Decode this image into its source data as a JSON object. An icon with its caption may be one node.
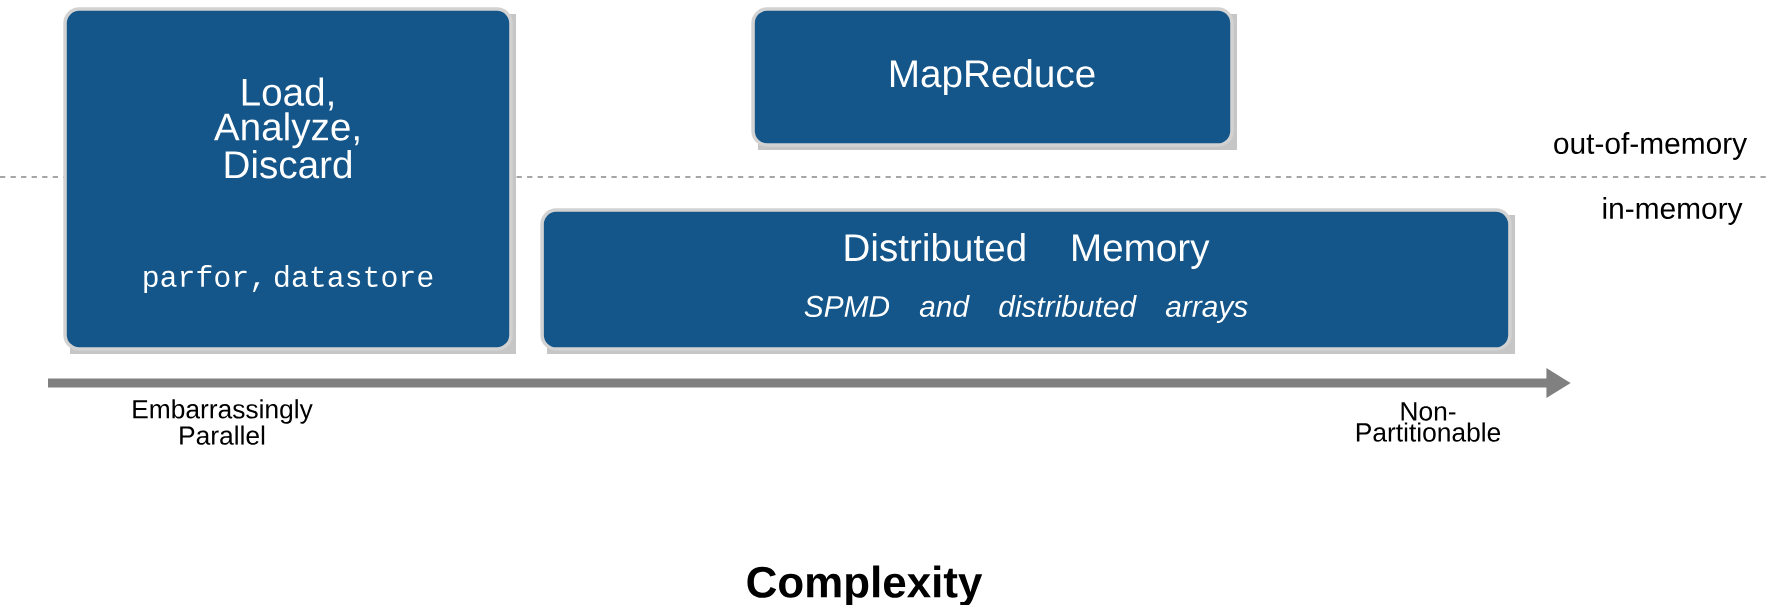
{
  "diagram": {
    "nodes": [
      {
        "text": [
          "Load, Analyze, Discard",
          "parfor, datastore"
        ]
      },
      {
        "text": [
          "MapReduce"
        ]
      },
      {
        "text": [
          "Distributed Memory",
          "SPMD and distributed arrays"
        ]
      }
    ],
    "labels": [
      "out-of-memory",
      "in-memory",
      "Embarrassingly Parallel",
      "Non-Partitionable",
      "Complexity"
    ]
  }
}
